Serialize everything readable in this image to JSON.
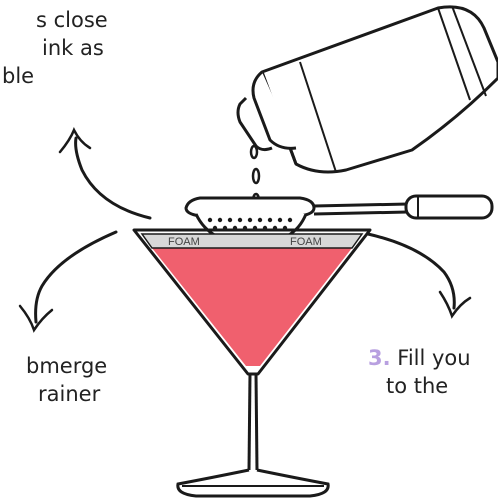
{
  "instruction_top_left": {
    "line1": "s close",
    "line2": "ink as",
    "line3": "ble"
  },
  "instruction_left": {
    "line1": "bmerge",
    "line2": "rainer"
  },
  "instruction_right": {
    "number": "3.",
    "line1_text": " Fill you",
    "line2": "to the"
  },
  "foam_labels": [
    "FOAM",
    "FOAM"
  ],
  "colors": {
    "drink": "#f0606e",
    "foam": "#d8d8d8",
    "accent_number": "#b8a0e0",
    "ink": "#1a1a1a"
  },
  "icons": [
    "cocktail-shaker-icon",
    "strainer-icon",
    "martini-glass-icon",
    "curved-arrow-icon"
  ]
}
